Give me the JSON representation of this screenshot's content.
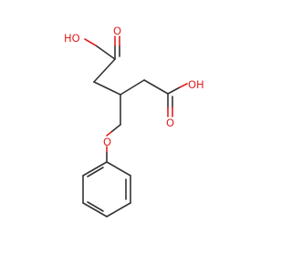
{
  "molecule": {
    "atom_labels": {
      "hydroxyl_top": "HO",
      "carbonyl_o_top": "O",
      "hydroxyl_right": "OH",
      "carbonyl_o_right": "O",
      "ether_o": "O"
    },
    "colors": {
      "bond": "#333333",
      "oxygen": "#e02020",
      "background": "#ffffff"
    }
  }
}
